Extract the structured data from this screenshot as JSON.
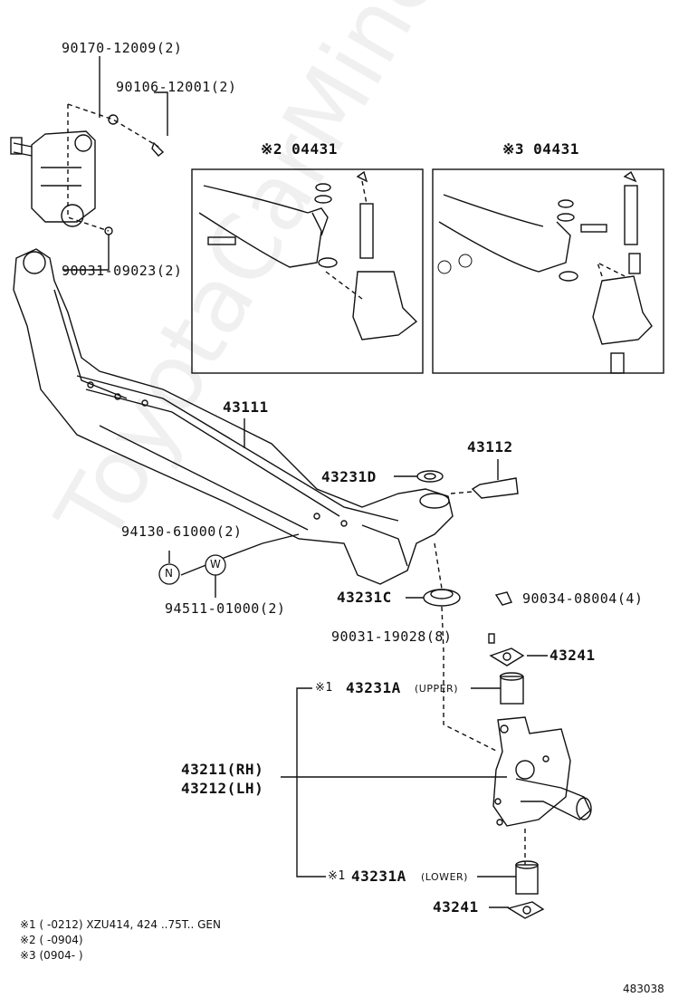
{
  "watermark": "ToyotaCarMine.ru",
  "parts": {
    "p90170": "90170-12009(2)",
    "p90106": "90106-12001(2)",
    "p90031a": "90031-09023(2)",
    "inset2_label": "※2 04431",
    "inset3_label": "※3 04431",
    "p43111": "43111",
    "p43112": "43112",
    "p43231d": "43231D",
    "p94130": "94130-61000(2)",
    "p94511": "94511-01000(2)",
    "p43231c": "43231C",
    "p90034": "90034-08004(4)",
    "p90031b": "90031-19028(8)",
    "p43241a": "43241",
    "p43231a_upper_mark": "※1",
    "p43231a_upper": "43231A",
    "upper_tag": "(UPPER)",
    "p43211": "43211(RH)",
    "p43212": "43212(LH)",
    "p43231a_lower_mark": "※1",
    "p43231a_lower": "43231A",
    "lower_tag": "(LOWER)",
    "p43241b": "43241"
  },
  "circles": {
    "n": "N",
    "w": "W"
  },
  "notes": {
    "n1": "※1 (        -0212) XZU414, 424 ..75T.. GEN",
    "n2": "※2 (         -0904)",
    "n3": "※3 (0904-         )"
  },
  "diagram_id": "483038"
}
